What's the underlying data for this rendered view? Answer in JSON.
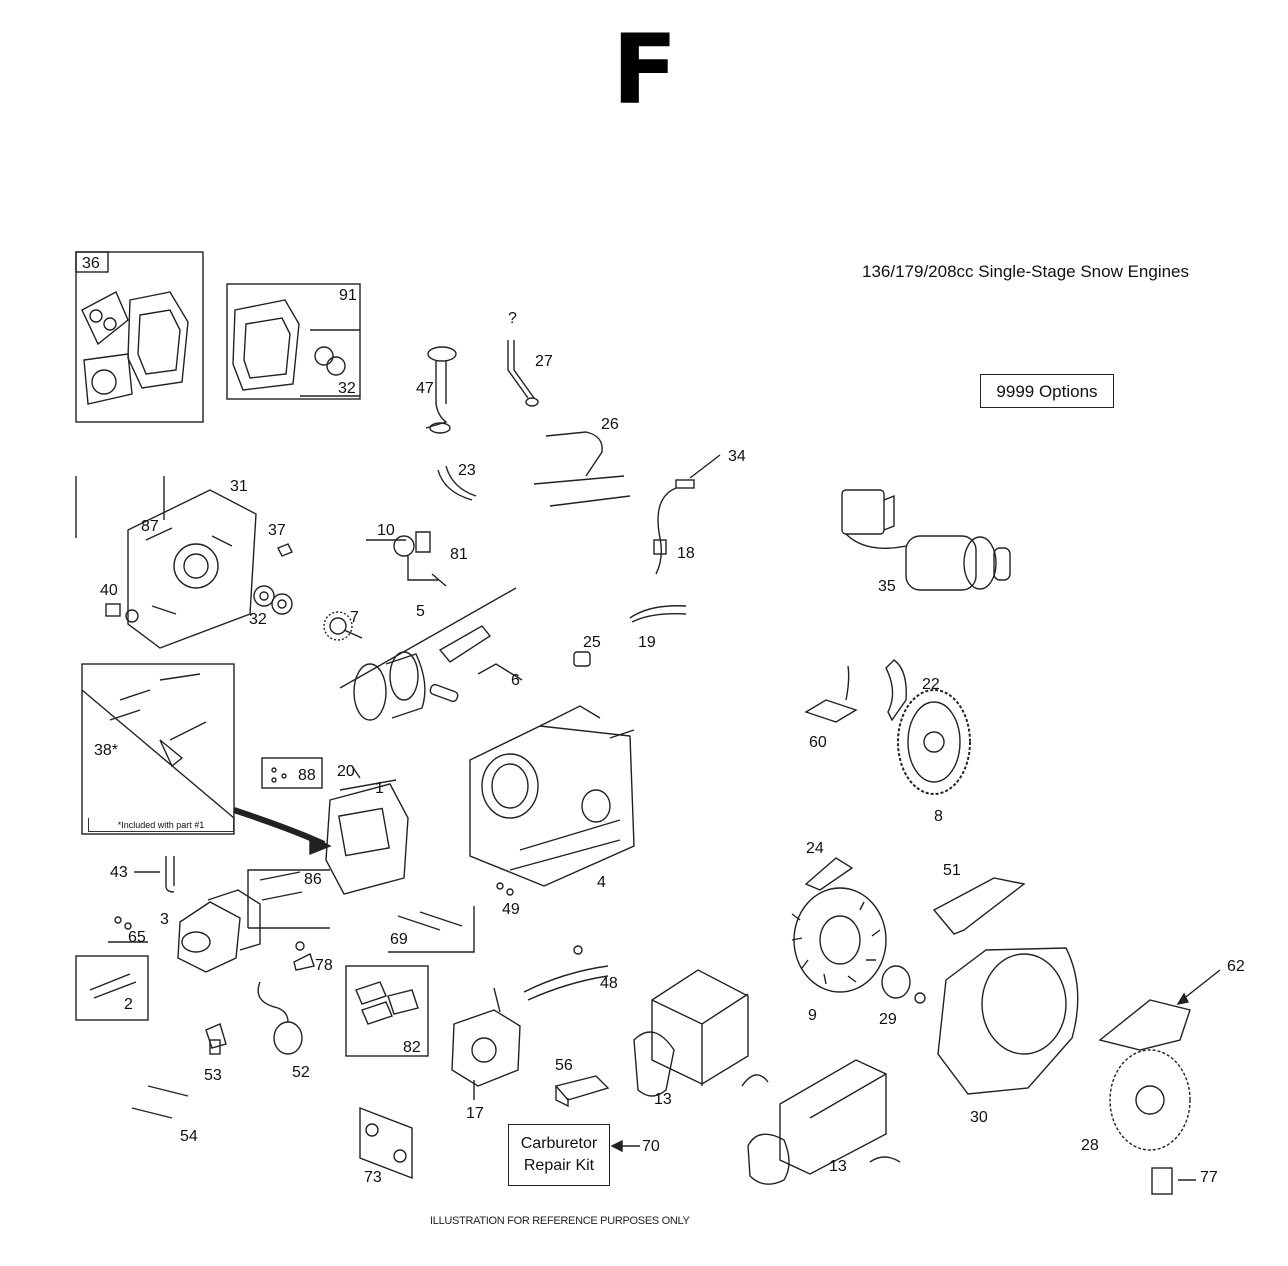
{
  "page": {
    "section_letter": "F",
    "subtitle": "136/179/208cc Single-Stage Snow Engines",
    "options_label": "9999  Options",
    "carb_kit_line1": "Carburetor",
    "carb_kit_line2": "Repair Kit",
    "included_note": "*Included with part #1",
    "footer": "ILLUSTRATION FOR REFERENCE PURPOSES ONLY"
  },
  "callouts": [
    {
      "id": "36",
      "label": "36"
    },
    {
      "id": "91",
      "label": "91"
    },
    {
      "id": "32a",
      "label": "32"
    },
    {
      "id": "q",
      "label": "?"
    },
    {
      "id": "27",
      "label": "27"
    },
    {
      "id": "47",
      "label": "47"
    },
    {
      "id": "26",
      "label": "26"
    },
    {
      "id": "23",
      "label": "23"
    },
    {
      "id": "34",
      "label": "34"
    },
    {
      "id": "31",
      "label": "31"
    },
    {
      "id": "87",
      "label": "87"
    },
    {
      "id": "37",
      "label": "37"
    },
    {
      "id": "10",
      "label": "10"
    },
    {
      "id": "81",
      "label": "81"
    },
    {
      "id": "18",
      "label": "18"
    },
    {
      "id": "35",
      "label": "35"
    },
    {
      "id": "40",
      "label": "40"
    },
    {
      "id": "32b",
      "label": "32"
    },
    {
      "id": "7",
      "label": "7"
    },
    {
      "id": "5",
      "label": "5"
    },
    {
      "id": "25",
      "label": "25"
    },
    {
      "id": "19",
      "label": "19"
    },
    {
      "id": "6",
      "label": "6"
    },
    {
      "id": "22",
      "label": "22"
    },
    {
      "id": "60",
      "label": "60"
    },
    {
      "id": "38",
      "label": "38*"
    },
    {
      "id": "88",
      "label": "88"
    },
    {
      "id": "20",
      "label": "20"
    },
    {
      "id": "1",
      "label": "1"
    },
    {
      "id": "8",
      "label": "8"
    },
    {
      "id": "24",
      "label": "24"
    },
    {
      "id": "43",
      "label": "43"
    },
    {
      "id": "86",
      "label": "86"
    },
    {
      "id": "4",
      "label": "4"
    },
    {
      "id": "51",
      "label": "51"
    },
    {
      "id": "3",
      "label": "3"
    },
    {
      "id": "49",
      "label": "49"
    },
    {
      "id": "65",
      "label": "65"
    },
    {
      "id": "69",
      "label": "69"
    },
    {
      "id": "78",
      "label": "78"
    },
    {
      "id": "62",
      "label": "62"
    },
    {
      "id": "2",
      "label": "2"
    },
    {
      "id": "48",
      "label": "48"
    },
    {
      "id": "9",
      "label": "9"
    },
    {
      "id": "29",
      "label": "29"
    },
    {
      "id": "82",
      "label": "82"
    },
    {
      "id": "53",
      "label": "53"
    },
    {
      "id": "52",
      "label": "52"
    },
    {
      "id": "13a",
      "label": "13"
    },
    {
      "id": "17",
      "label": "17"
    },
    {
      "id": "56",
      "label": "56"
    },
    {
      "id": "30",
      "label": "30"
    },
    {
      "id": "54",
      "label": "54"
    },
    {
      "id": "28",
      "label": "28"
    },
    {
      "id": "70",
      "label": "70"
    },
    {
      "id": "13b",
      "label": "13"
    },
    {
      "id": "73",
      "label": "73"
    },
    {
      "id": "77",
      "label": "77"
    }
  ]
}
